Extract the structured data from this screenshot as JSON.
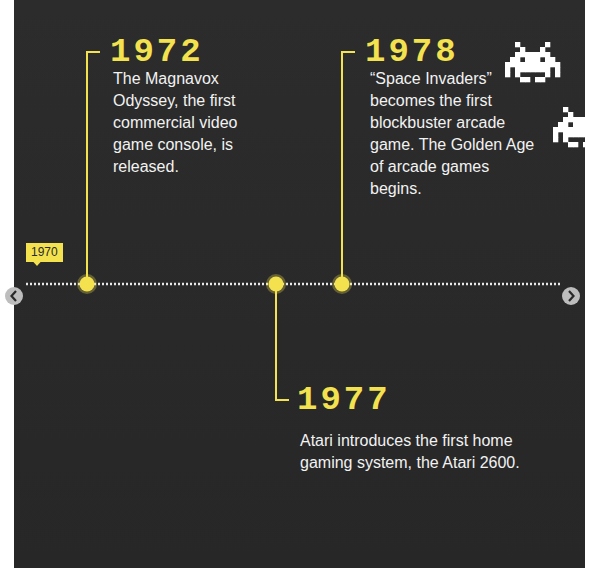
{
  "diagram": {
    "nodes": [
      {
        "text": [
          "1970"
        ]
      }
    ],
    "labels": [
      "1972",
      "The Magnavox Odyssey, the first commercial video game console, is released.",
      "1978",
      "“Space Invaders” becomes the first blockbuster arcade game. The Golden Age of arcade games begins.",
      "1977",
      "Atari introduces the first home gaming system, the Atari 2600."
    ]
  }
}
